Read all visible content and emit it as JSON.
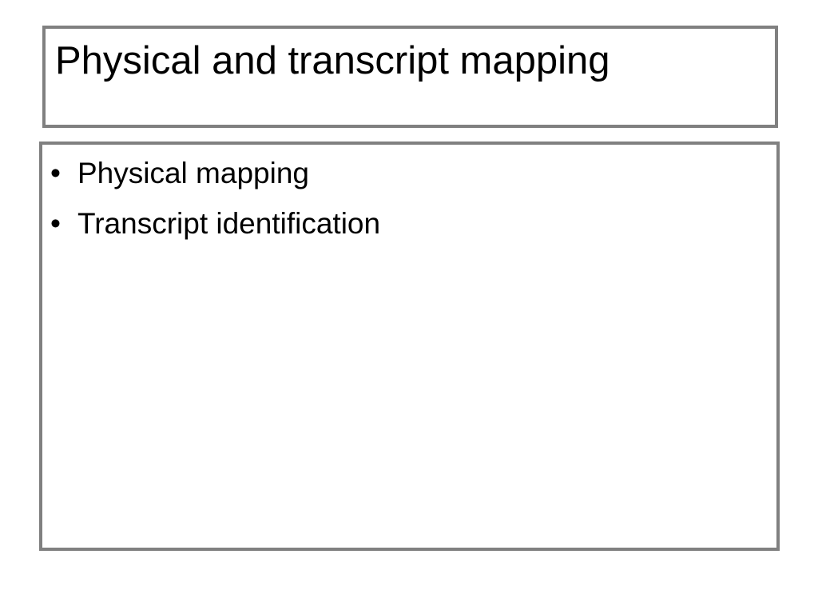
{
  "slide": {
    "title": "Physical and transcript mapping",
    "bullets": [
      {
        "marker": "•",
        "text": "Physical mapping"
      },
      {
        "marker": "•",
        "text": "Transcript identification"
      }
    ]
  },
  "colors": {
    "border": "#808080",
    "background": "#ffffff",
    "text": "#000000"
  }
}
